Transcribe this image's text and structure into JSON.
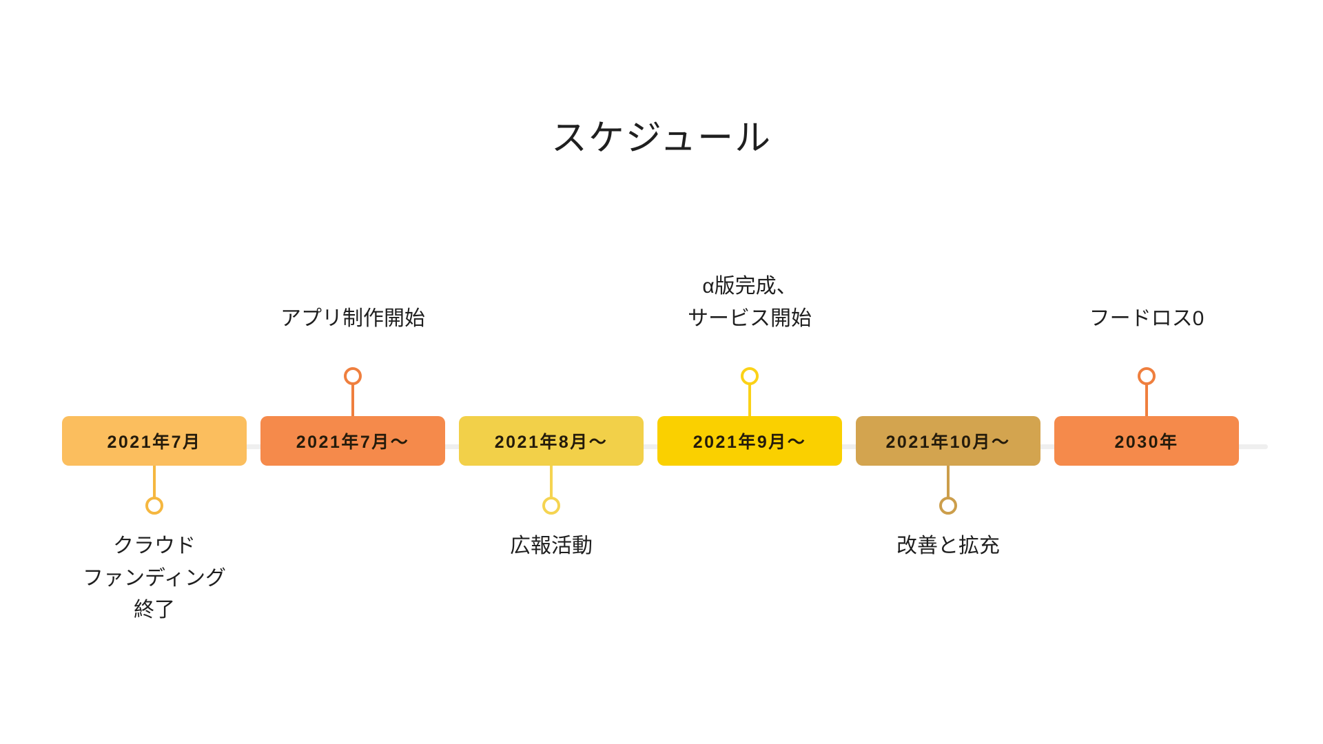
{
  "slide": {
    "title": "スケジュール",
    "background_color": "#FFFFFF",
    "rail_color": "#EFEFEF",
    "text_color": "#1F1F1F"
  },
  "timeline": {
    "milestones": [
      {
        "bar_label": "2021年7月",
        "bar_color": "#FBBE5E",
        "pin_color": "#F5B740",
        "callout": "クラウド\nファンディング\n終了",
        "callout_position": "below"
      },
      {
        "bar_label": "2021年7月〜",
        "bar_color": "#F58A4B",
        "pin_color": "#EF7F3E",
        "callout": "アプリ制作開始",
        "callout_position": "above"
      },
      {
        "bar_label": "2021年8月〜",
        "bar_color": "#F2D049",
        "pin_color": "#F5D451",
        "callout": "広報活動",
        "callout_position": "below"
      },
      {
        "bar_label": "2021年9月〜",
        "bar_color": "#FAD000",
        "pin_color": "#FBD217",
        "callout": "α版完成、\nサービス開始",
        "callout_position": "above"
      },
      {
        "bar_label": "2021年10月〜",
        "bar_color": "#D3A44F",
        "pin_color": "#CC9E4B",
        "callout": "改善と拡充",
        "callout_position": "below"
      },
      {
        "bar_label": "2030年",
        "bar_color": "#F58A4B",
        "pin_color": "#EF7F3E",
        "callout": "フードロス0",
        "callout_position": "above"
      }
    ]
  }
}
